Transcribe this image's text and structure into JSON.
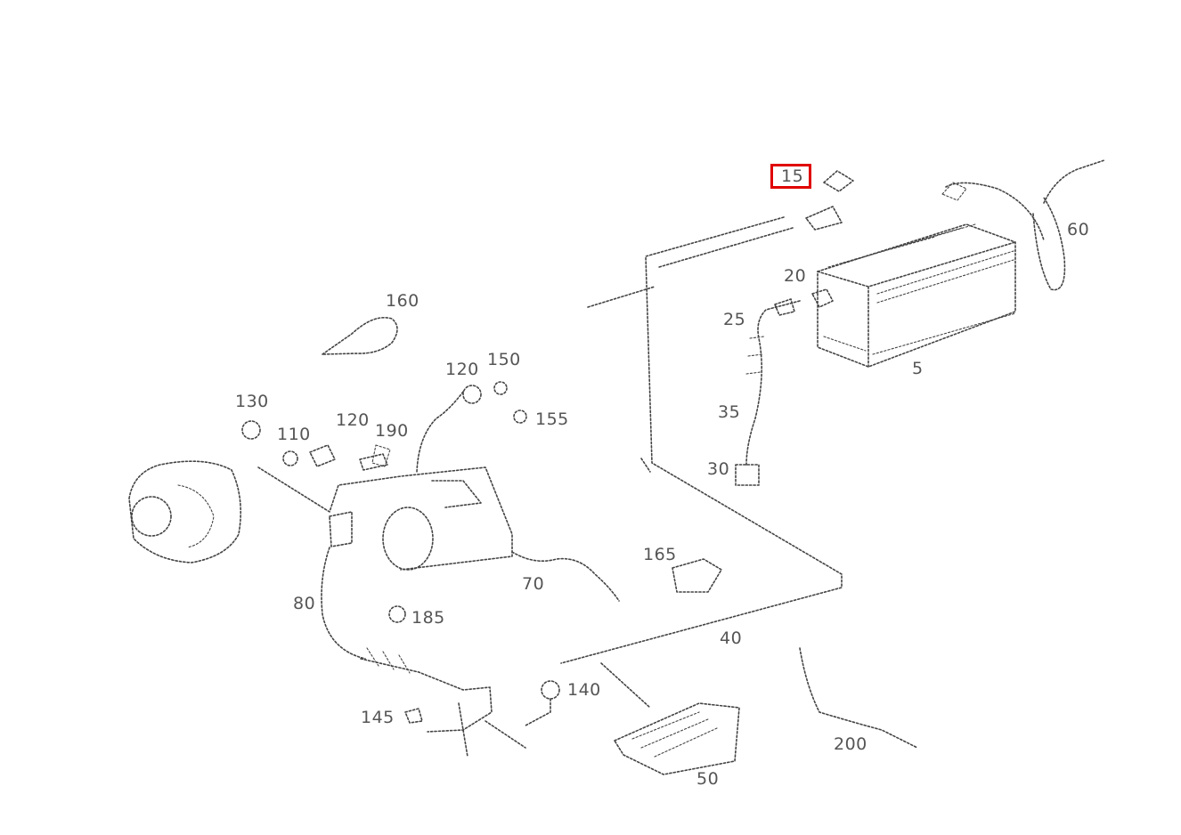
{
  "diagram": {
    "selected_callout": "15",
    "highlight_color": "#e00000",
    "callouts": {
      "c5": "5",
      "c15": "15",
      "c20": "20",
      "c25": "25",
      "c30": "30",
      "c35": "35",
      "c40": "40",
      "c50": "50",
      "c60": "60",
      "c70": "70",
      "c80": "80",
      "c110": "110",
      "c120a": "120",
      "c120b": "120",
      "c130": "130",
      "c140": "140",
      "c145": "145",
      "c150": "150",
      "c155": "155",
      "c160": "160",
      "c165": "165",
      "c185": "185",
      "c190": "190",
      "c200": "200"
    }
  }
}
